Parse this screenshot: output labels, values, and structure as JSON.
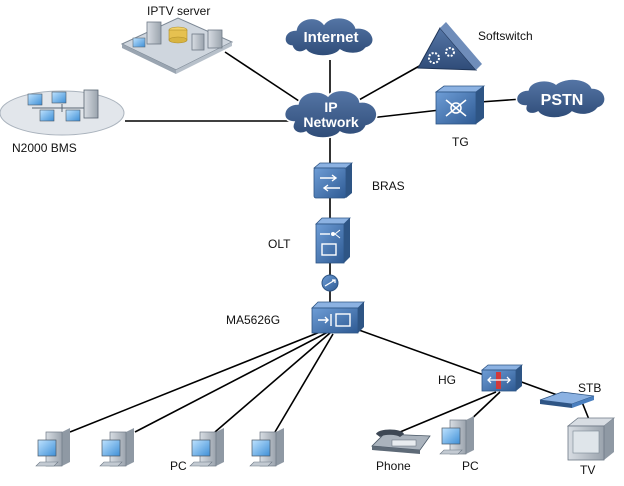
{
  "diagram": {
    "clouds": {
      "internet": "Internet",
      "ip_line1": "IP",
      "ip_line2": "Network",
      "pstn": "PSTN"
    },
    "labels": {
      "iptv_server": "IPTV server",
      "softswitch": "Softswitch",
      "n2000_bms": "N2000 BMS",
      "tg": "TG",
      "bras": "BRAS",
      "olt": "OLT",
      "ma5626g": "MA5626G",
      "hg": "HG",
      "stb": "STB",
      "pc_group": "PC",
      "phone": "Phone",
      "pc_single": "PC",
      "tv": "TV"
    },
    "colors": {
      "cloud_fill": "#3f5f8f",
      "device_blue": "#4a7fbf",
      "device_dark": "#2e5585",
      "link": "#000000"
    }
  }
}
